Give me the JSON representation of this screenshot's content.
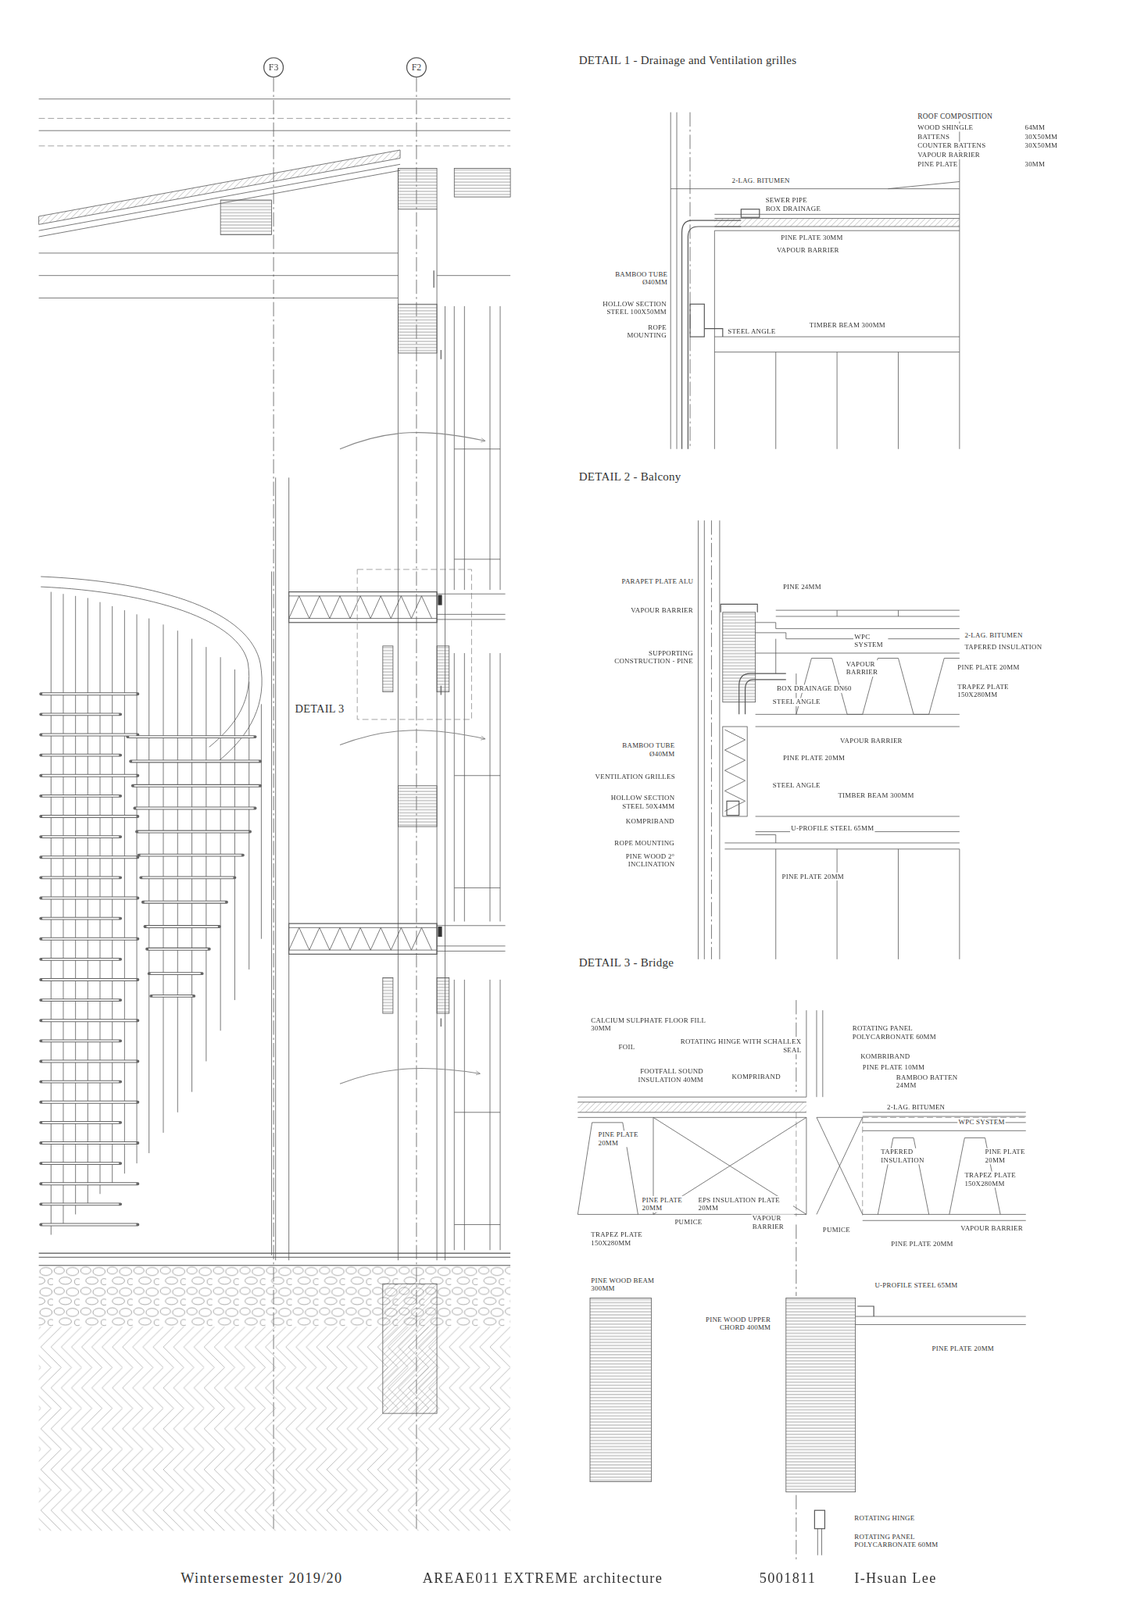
{
  "diagram": {
    "nodes": [
      {
        "text": [
          "F3"
        ]
      },
      {
        "text": [
          "F2"
        ]
      }
    ],
    "labels": [
      "DETAIL 1 - Drainage and Ventilation grilles",
      "ROOF COMPOSITION",
      "WOOD SHINGLE",
      "64MM",
      "BATTENS",
      "30X50MM",
      "COUNTER BATTENS",
      "30X50MM",
      "VAPOUR BARRIER",
      "PINE PLATE",
      "30MM",
      "2-LAG. BITUMEN",
      "SEWER PIPE",
      "BOX DRAINAGE",
      "PINE PLATE 30MM",
      "VAPOUR BARRIER",
      "BAMBOO TUBE Ø40MM",
      "HOLLOW SECTION STEEL 100X50MM",
      "ROPE MOUNTING",
      "STEEL ANGLE",
      "TIMBER BEAM 300MM",
      "DETAIL 2 - Balcony",
      "PARAPET PLATE ALU",
      "PINE 24MM",
      "VAPOUR BARRIER",
      "SUPPORTING CONSTRUCTION - PINE",
      "WPC SYSTEM",
      "2-LAG. BITUMEN",
      "TAPERED INSULATION",
      "VAPOUR BARRIER",
      "PINE PLATE 20MM",
      "BOX DRAINAGE DN60",
      "TRAPEZ PLATE 150X280MM",
      "STEEL ANGLE",
      "VAPOUR BARRIER",
      "BAMBOO TUBE Ø40MM",
      "PINE PLATE 20MM",
      "VENTILATION GRILLES",
      "STEEL ANGLE",
      "TIMBER BEAM 300MM",
      "HOLLOW SECTION STEEL 50X4MM",
      "KOMPRIBAND",
      "U-PROFILE STEEL 65MM",
      "ROPE MOUNTING",
      "PINE WOOD 2° INCLINATION",
      "PINE PLATE 20MM",
      "DETAIL 3 - Bridge",
      "CALCIUM SULPHATE FLOOR FILL 30MM",
      "ROTATING PANEL POLYCARBONATE 60MM",
      "ROTATING HINGE WITH SCHALLEX SEAL",
      "FOIL",
      "KOMBRIBAND",
      "PINE PLATE 10MM",
      "FOOTFALL SOUND INSULATION 40MM",
      "KOMPRIBAND",
      "BAMBOO BATTEN 24MM",
      "2-LAG. BITUMEN",
      "WPC SYSTEM",
      "PINE PLATE 20MM",
      "TAPERED INSULATION",
      "PINE PLATE 20MM",
      "TRAPEZ PLATE 150X280MM",
      "PINE PLATE 20MM",
      "EPS INSULATION PLATE 20MM",
      "PUMICE",
      "VAPOUR BARRIER",
      "PUMICE",
      "VAPOUR BARRIER",
      "TRAPEZ PLATE 150X280MM",
      "PINE PLATE 20MM",
      "PINE WOOD BEAM 300MM",
      "U-PROFILE STEEL 65MM",
      "PINE WOOD UPPER CHORD 400MM",
      "PINE PLATE 20MM",
      "ROTATING HINGE",
      "ROTATING PANEL POLYCARBONATE 60MM",
      "DETAIL 3",
      "Wintersemester 2019/20",
      "AREAE011 EXTREME architecture",
      "5001811",
      "I-Hsuan Lee"
    ]
  }
}
